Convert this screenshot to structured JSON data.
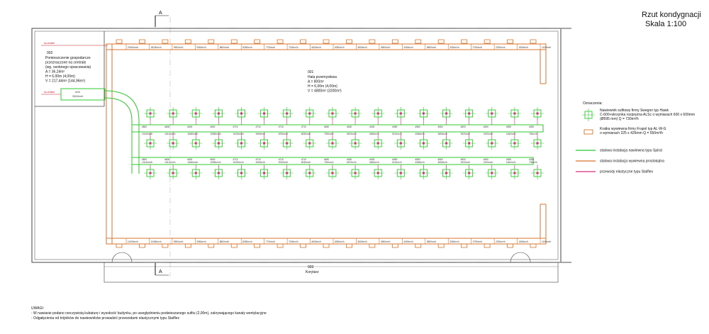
{
  "title": {
    "line1": "Rzut kondygnacji",
    "line2": "Skala 1:100"
  },
  "section_mark": "A",
  "rooms": {
    "r002": {
      "number": "002",
      "lines": [
        "Pomieszczenie gospodarcze",
        "przeznaczone na centralę",
        "(wg. osobnego opracowania)",
        "A = 36,24m²",
        "H = 6,00m (4,00m)",
        "V = 217,44m³ (144,96m³)"
      ]
    },
    "r001": {
      "number": "001",
      "lines": [
        "Hala przemysłowa",
        "A = 800m²",
        "H = 6,00m (4,00m)",
        "V = 4800m³ (3200m³)"
      ]
    },
    "r003": {
      "number": "003",
      "lines": [
        "Korytarz"
      ]
    }
  },
  "central_labels": [
    "do centrali",
    "do centrali"
  ],
  "central_box": {
    "id": "#100",
    "flow": "30240m³/h"
  },
  "legend": {
    "heading": "Oznaczenia:",
    "items": [
      {
        "text1": "Nawiewnik sufitowy firmy Swegon typ Hawk",
        "text2": "C-600+skrzynka rozprężna ALSc o wymiarach 600 x 600mm",
        "text3": "(Ø595 mm) Q = 730m³/h",
        "color": "#2ec82e"
      },
      {
        "text1": "Kratka wywiewna firmy Frapol typ AL-W-G",
        "text2": "o wymiarach 225 x 425mm Q = 550m³/h",
        "text3": "",
        "color": "#d8752a"
      },
      {
        "text1": "stalowa instalacja nawiewna typu Spiral",
        "text2": "",
        "text3": "",
        "color": "#2ec82e"
      },
      {
        "text1": "stalowa instalacja wywiewna prostokątna",
        "text2": "",
        "text3": "",
        "color": "#d8752a"
      },
      {
        "text1": "przewody elastyczne typu Stalflex",
        "text2": "",
        "text3": "",
        "color": "#d4317a"
      }
    ]
  },
  "notes": {
    "heading": "UWAGI:",
    "lines": [
      "- W nawiasie podano rzeczywistą kubaturę i wysokość budynku, po uwzględnieniu podwieszanego sufitu (2,00m), zakrywającego kanały wentylacyjne",
      "- Odgałęzienia od trójników do nawiewników prowadzić przewodami elastycznymi typu Stalflex"
    ]
  },
  "flows": {
    "exhaust_top": [
      "29160m³/h",
      "18150m³/h",
      "9900m³/h",
      "9350m³/h",
      "8800m³/h",
      "8250m³/h",
      "7700m³/h",
      "7150m³/h",
      "6600m³/h",
      "6050m³/h",
      "5500m³/h",
      "4950m³/h",
      "4400m³/h",
      "3850m³/h",
      "3300m³/h",
      "2750m³/h",
      "2200m³/h",
      "1650m³/h",
      "1100m³/h"
    ],
    "exhaust_bottom": [
      "11000m³/h",
      "10450m³/h",
      "9900m³/h",
      "9350m³/h",
      "8800m³/h",
      "8250m³/h",
      "7700m³/h",
      "7150m³/h",
      "6600m³/h",
      "6050m³/h",
      "5500m³/h",
      "4950m³/h",
      "4400m³/h",
      "3850m³/h",
      "3300m³/h",
      "2750m³/h",
      "2200m³/h",
      "1650m³/h",
      "1100m³/h"
    ],
    "supply_upper": [
      "13140m³/h",
      "12410m³/h",
      "11680m³/h",
      "10950m³/h",
      "10220m³/h",
      "9490m³/h",
      "8760m³/h",
      "8030m³/h",
      "7300m³/h",
      "6570m³/h",
      "5840m³/h",
      "5110m³/h",
      "4380m³/h",
      "3650m³/h",
      "2920m³/h",
      "2190m³/h",
      "1460m³/h",
      "730m³/h"
    ],
    "supply_lower": [
      "13140m³/h",
      "12410m³/h",
      "11680m³/h",
      "10950m³/h",
      "10220m³/h",
      "9490m³/h",
      "8760m³/h",
      "8030m³/h",
      "7300m³/h",
      "6570m³/h",
      "5840m³/h",
      "5110m³/h",
      "4380m³/h",
      "3650m³/h",
      "2920m³/h",
      "2190m³/h",
      "1460m³/h",
      "730m³/h"
    ],
    "supply_ids": [
      "#800",
      "#600",
      "#600",
      "#600",
      "#710",
      "#710",
      "#710",
      "#710",
      "#630",
      "#630",
      "#630",
      "#580",
      "#580",
      "#560",
      "#500",
      "#450",
      "#355",
      "#250"
    ]
  },
  "colors": {
    "supply": "#2ec82e",
    "exhaust": "#d8752a",
    "flex": "#d4317a",
    "wall": "#444444",
    "red_text": "#c2182b"
  }
}
